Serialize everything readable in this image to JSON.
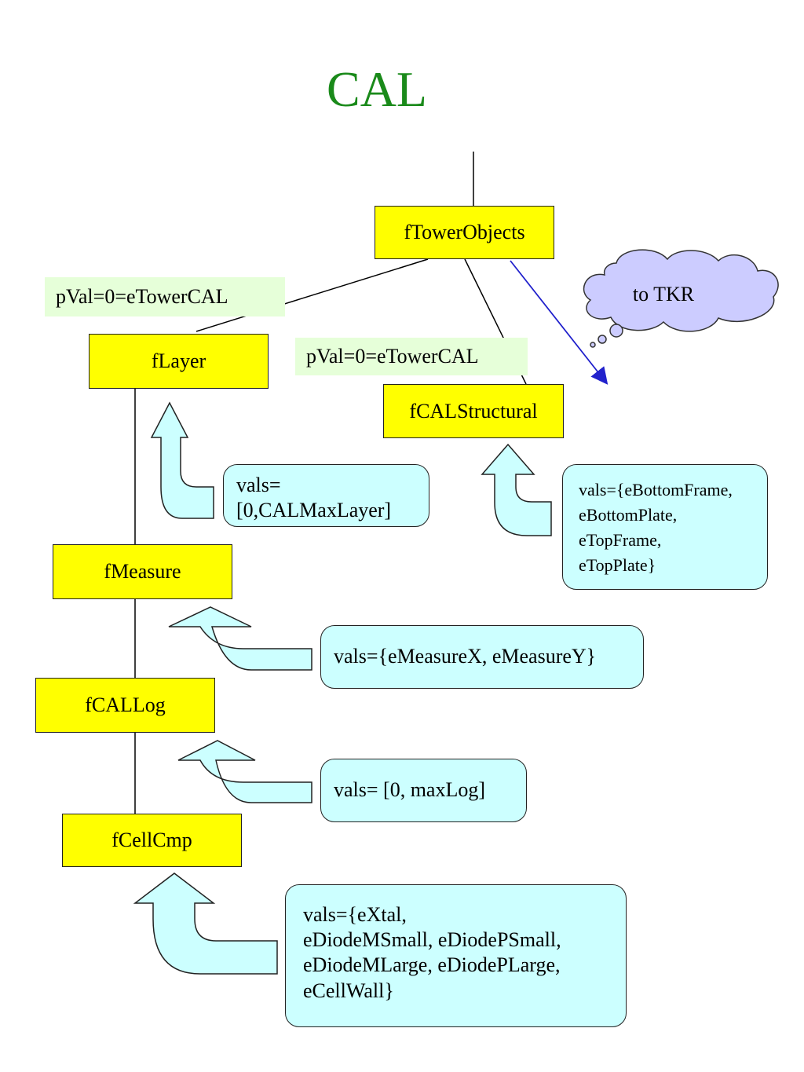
{
  "title": "CAL",
  "nodes": {
    "tower": "fTowerObjects",
    "layer": "fLayer",
    "structural": "fCALStructural",
    "measure": "fMeasure",
    "callog": "fCALLog",
    "cellcmp": "fCellCmp"
  },
  "pval_layer": "pVal=0=eTowerCAL",
  "pval_structural": "pVal=0=eTowerCAL",
  "cloud": "to TKR",
  "vals_layer": [
    "vals=",
    "[0,CALMaxLayer]"
  ],
  "vals_structural": [
    "vals={eBottomFrame,",
    "eBottomPlate,",
    "eTopFrame,",
    "eTopPlate}"
  ],
  "vals_measure": [
    "vals={eMeasureX, eMeasureY}"
  ],
  "vals_callog": [
    "vals= [0, maxLog]"
  ],
  "vals_cellcmp": [
    "vals={eXtal,",
    "eDiodeMSmall, eDiodePSmall,",
    "eDiodeMLarge, eDiodePLarge,",
    "eCellWall}"
  ],
  "colors": {
    "node_fill": "#ffff00",
    "vals_fill": "#ccffff",
    "pval_fill": "#e6ffd9",
    "cloud_fill": "#ccccff",
    "arrow": "#2222cc",
    "title": "#1a8a1a"
  }
}
